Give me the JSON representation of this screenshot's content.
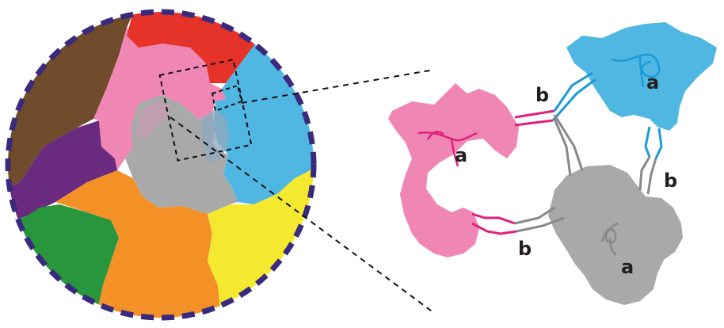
{
  "labels": {
    "pink_a": "a",
    "blue_a": "a",
    "gray_a": "a",
    "b_top": "b",
    "b_right": "b",
    "b_bottom": "b"
  },
  "colors": {
    "brown": "#704b2c",
    "red": "#e5332a",
    "pink": "#ef86b4",
    "blue": "#50b7e3",
    "gray": "#a9a9a9",
    "purple": "#6a2a7f",
    "orange": "#f39127",
    "green": "#28963d",
    "yellow": "#f5e930",
    "dashed_border": "#3a2a7d",
    "pink_strand": "#e11f7c",
    "blue_strand": "#1a9bd6",
    "gray_strand": "#888888",
    "text": "#231f20"
  }
}
